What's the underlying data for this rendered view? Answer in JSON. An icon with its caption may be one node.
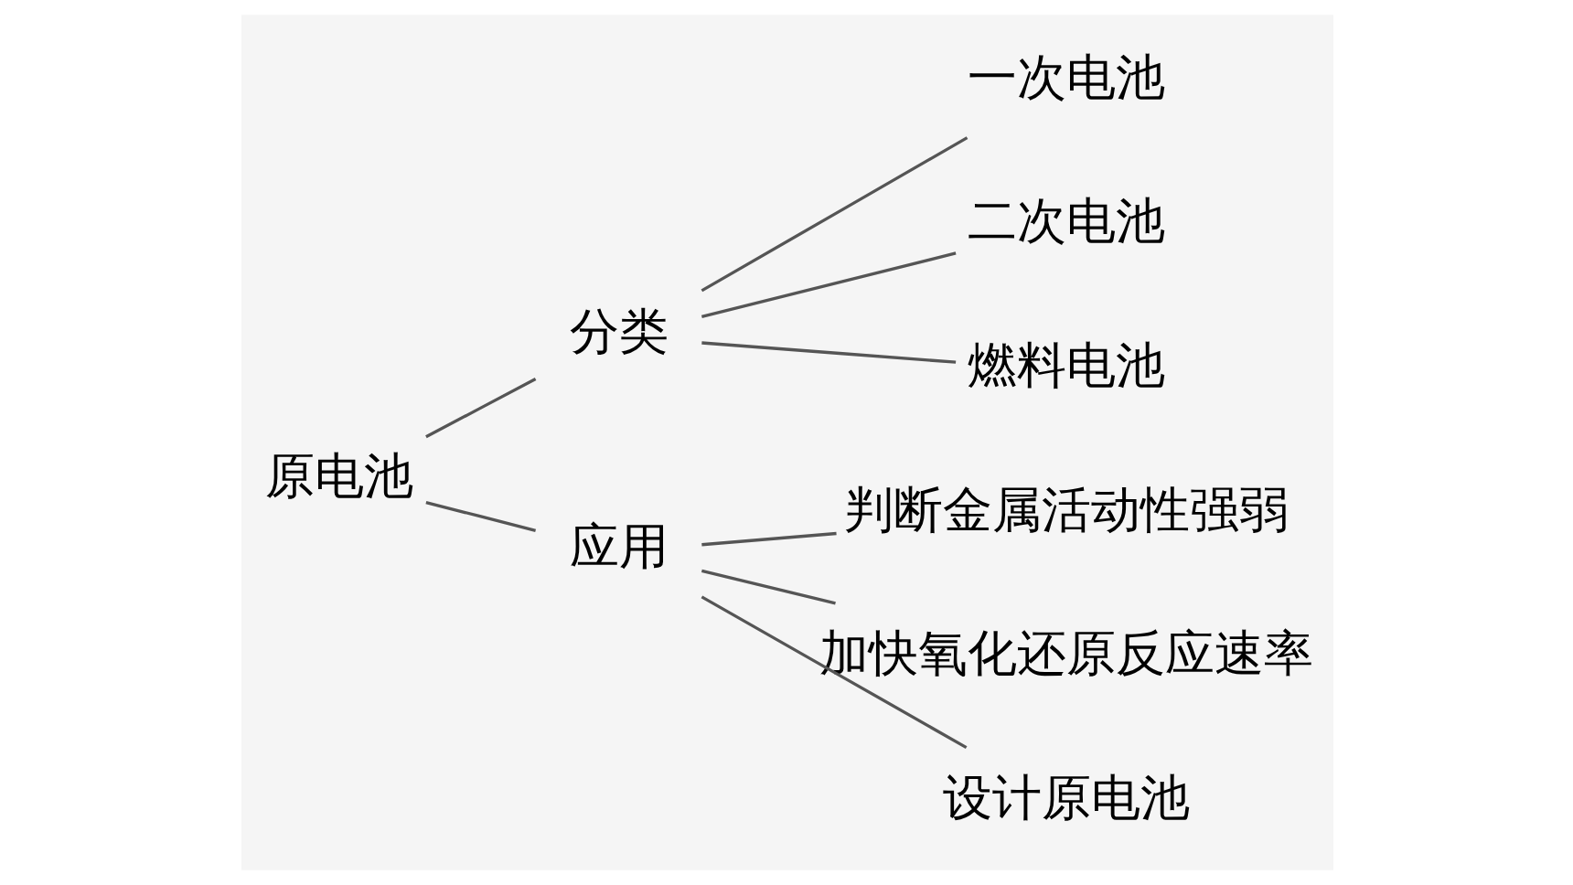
{
  "diagram": {
    "nodes": [
      {
        "text": [
          "原电池"
        ]
      },
      {
        "text": [
          "分类"
        ]
      },
      {
        "text": [
          "一次电池"
        ]
      },
      {
        "text": [
          "二次电池"
        ]
      },
      {
        "text": [
          "燃料电池"
        ]
      },
      {
        "text": [
          "应用"
        ]
      },
      {
        "text": [
          "判断金属活动性强弱"
        ]
      },
      {
        "text": [
          "加快氧化还原反应速率"
        ]
      },
      {
        "text": [
          "设计原电池"
        ]
      }
    ],
    "edges": [
      {
        "from": 0,
        "to": 1,
        "arrow": "none"
      },
      {
        "from": 0,
        "to": 5,
        "arrow": "none"
      },
      {
        "from": 1,
        "to": 2,
        "arrow": "none"
      },
      {
        "from": 1,
        "to": 3,
        "arrow": "none"
      },
      {
        "from": 1,
        "to": 4,
        "arrow": "none"
      },
      {
        "from": 5,
        "to": 6,
        "arrow": "none"
      },
      {
        "from": 5,
        "to": 7,
        "arrow": "none"
      },
      {
        "from": 5,
        "to": 8,
        "arrow": "none"
      }
    ]
  }
}
